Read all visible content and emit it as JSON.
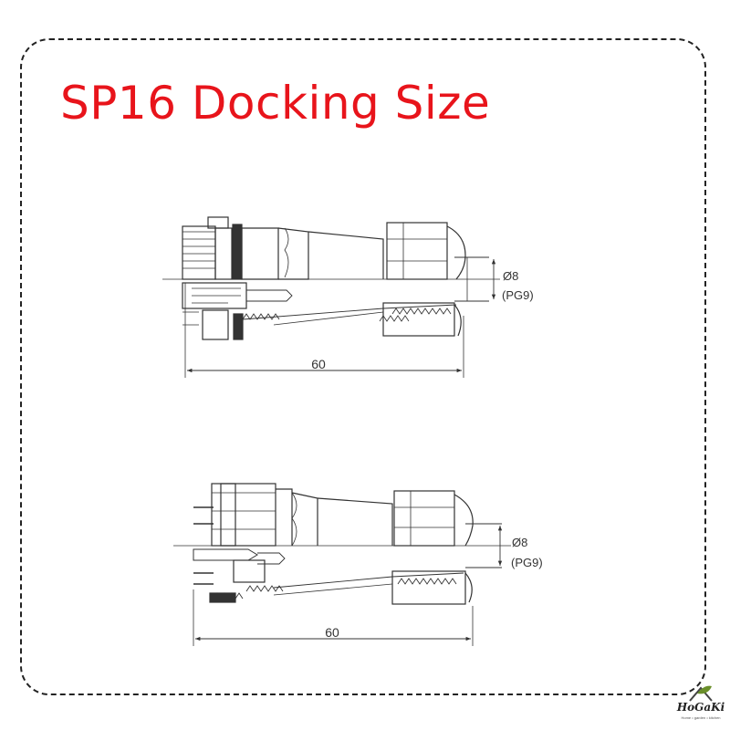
{
  "title": "SP16 Docking Size",
  "drawings": [
    {
      "length_label": "60",
      "diameter_label": "Ø8",
      "gland_label": "(PG9)"
    },
    {
      "length_label": "60",
      "diameter_label": "Ø8",
      "gland_label": "(PG9)"
    }
  ],
  "brand": {
    "name": "HoGaKi",
    "tagline": "Home • garden • kitchen"
  },
  "colors": {
    "title": "#e8141b",
    "line": "#333333"
  }
}
